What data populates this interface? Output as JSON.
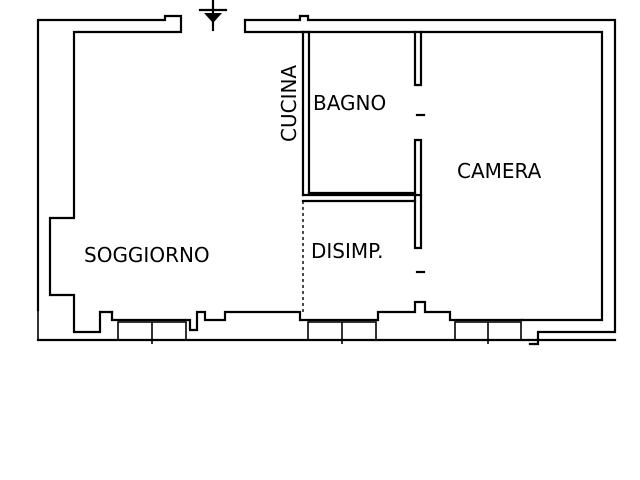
{
  "rooms": {
    "soggiorno": "SOGGIORNO",
    "cucina": "CUCINA",
    "bagno": "BAGNO",
    "disimpegno": "DISIMP.",
    "camera": "CAMERA"
  },
  "icons": {
    "entrance": "entrance-arrow-icon"
  }
}
